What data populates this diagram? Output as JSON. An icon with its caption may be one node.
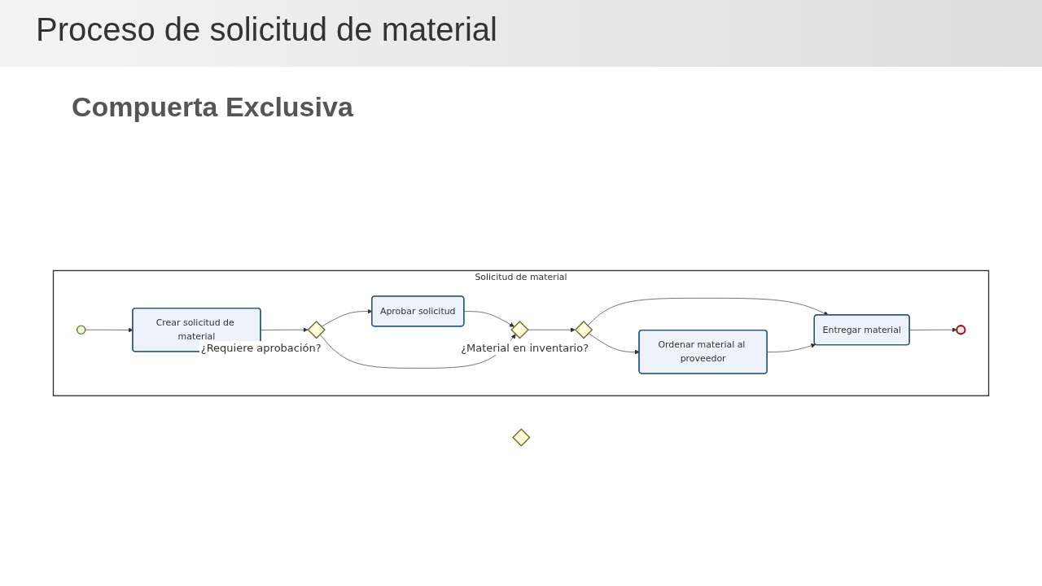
{
  "diagram": {
    "title": "Proceso de solicitud de material",
    "nodes": [
      {
        "text": [],
        "shape": "diamond"
      },
      {
        "text": [
          "Solicitud de material"
        ]
      },
      {
        "text": [],
        "shape": "circle",
        "in": 1
      },
      {
        "text": [
          "Crear solicitud de material"
        ],
        "in": 1
      },
      {
        "text": [],
        "shape": "diamond",
        "in": 1,
        "beside": [
          "¿Requiere aprobación?"
        ]
      },
      {
        "text": [
          "Aprobar solicitud"
        ],
        "in": 1
      },
      {
        "text": [],
        "shape": "diamond",
        "in": 1
      },
      {
        "text": [],
        "shape": "diamond",
        "in": 1,
        "beside": [
          "¿Material en inventario?"
        ]
      },
      {
        "text": [
          "Entregar material"
        ],
        "in": 1
      },
      {
        "text": [],
        "shape": "circle",
        "in": 1
      },
      {
        "text": [
          "Ordenar material al proveedor"
        ],
        "in": 1
      }
    ],
    "edges": [
      {
        "from": 2,
        "to": 3,
        "arrow": "to"
      },
      {
        "from": 3,
        "to": 4,
        "arrow": "to"
      },
      {
        "from": 4,
        "to": 5,
        "arrow": "to"
      },
      {
        "from": 5,
        "to": 6,
        "arrow": "to"
      },
      {
        "from": 6,
        "to": 7,
        "arrow": "to"
      },
      {
        "from": 7,
        "to": 8,
        "arrow": "to"
      },
      {
        "from": 8,
        "to": 9,
        "arrow": "to"
      },
      {
        "from": 4,
        "to": 6,
        "arrow": "to"
      },
      {
        "from": 7,
        "to": 10,
        "arrow": "to"
      },
      {
        "from": 10,
        "to": 8,
        "arrow": "to"
      }
    ],
    "labels": [
      "Compuerta Exclusiva"
    ]
  }
}
